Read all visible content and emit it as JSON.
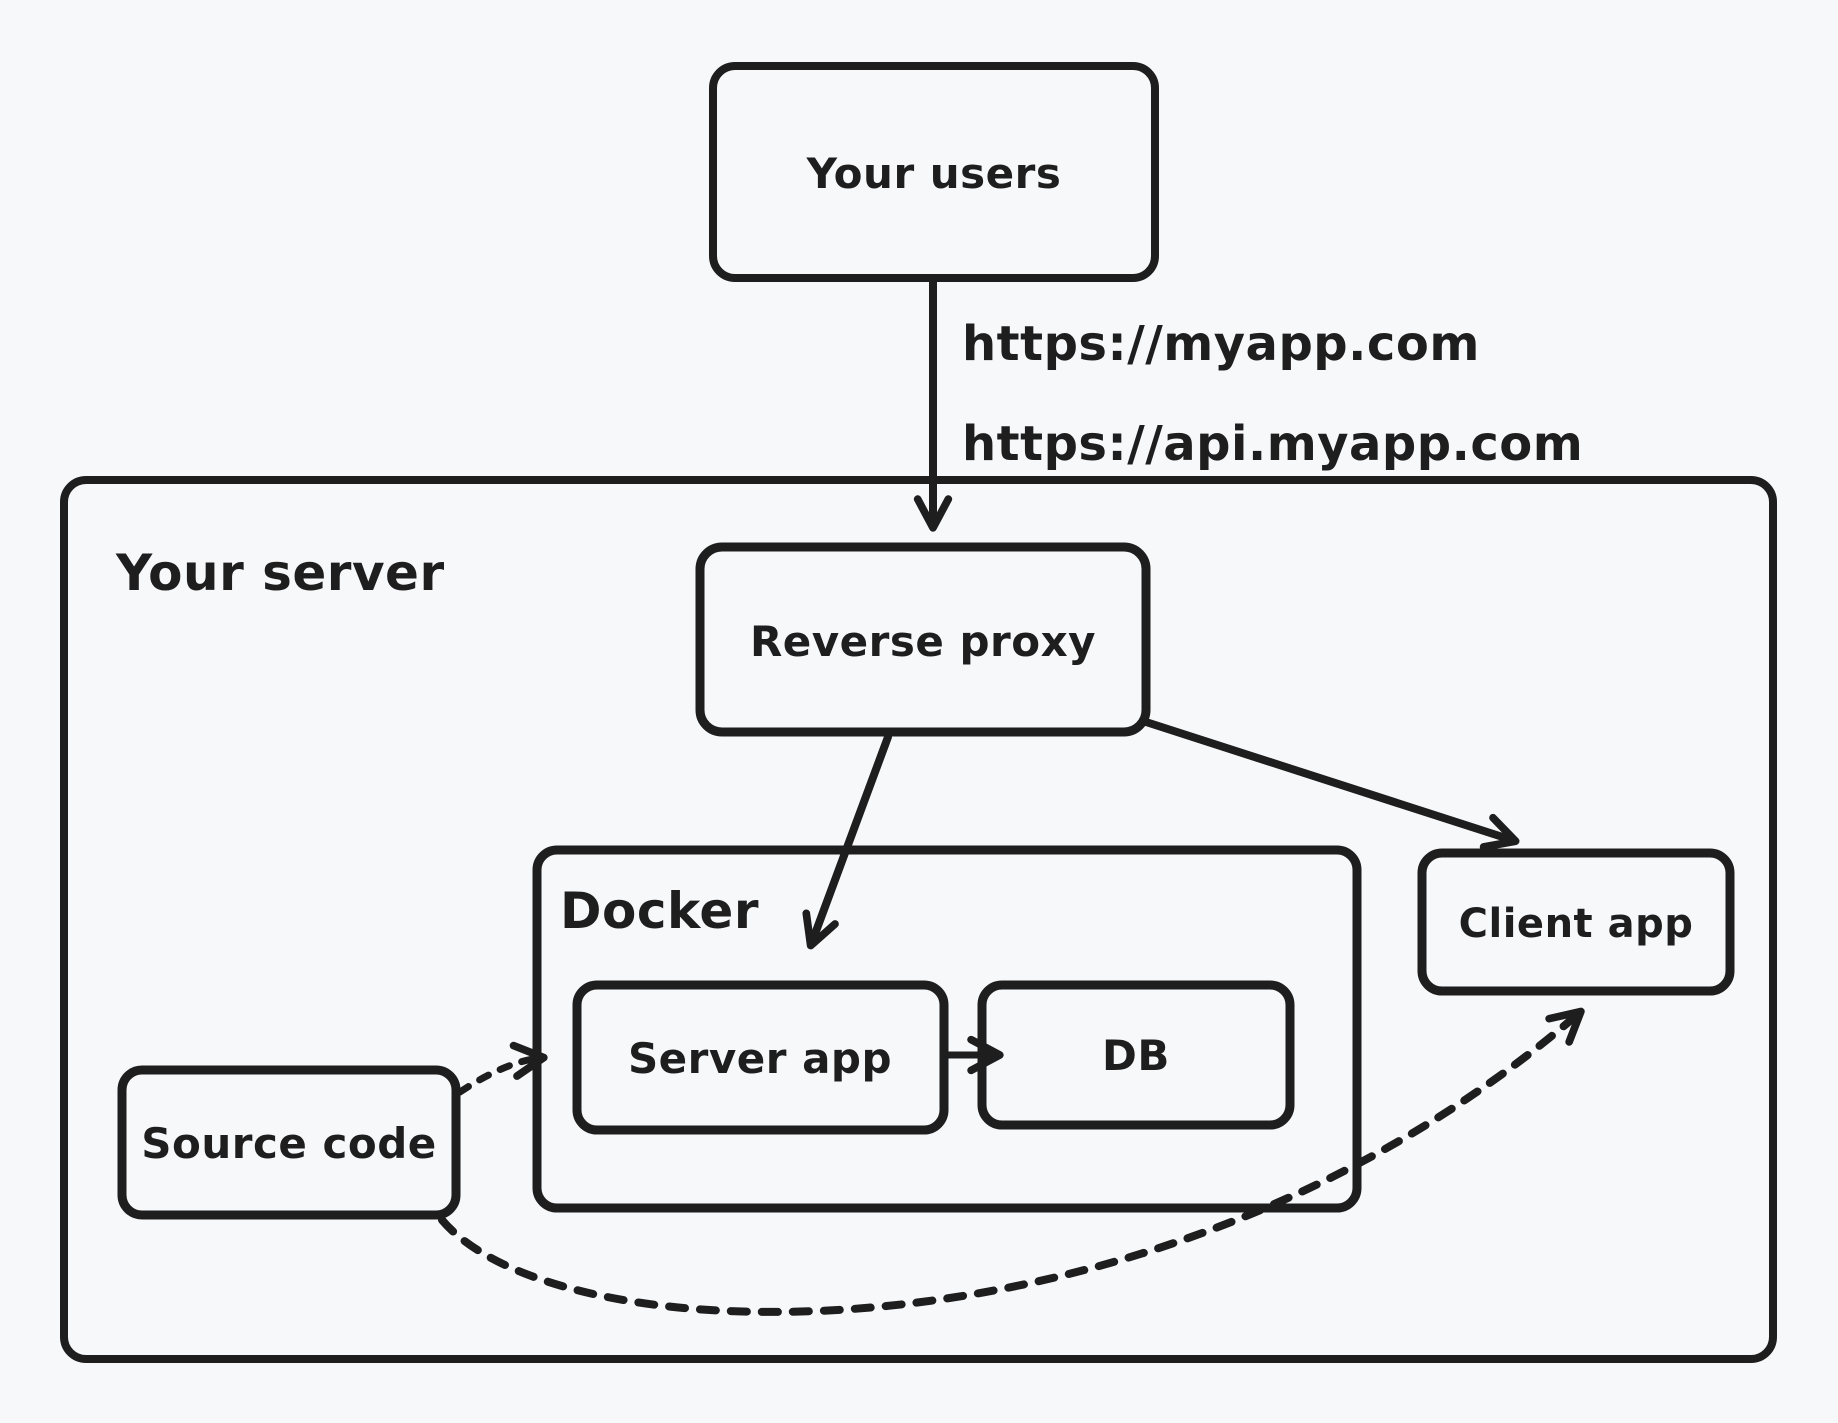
{
  "colors": {
    "ink": "#1e1e1e",
    "red": "#e03131",
    "blue": "#4dabf7",
    "background": "#f7f8fa"
  },
  "nodes": {
    "users": {
      "label": "Your users"
    },
    "server_group": {
      "label": "Your server"
    },
    "reverse_proxy": {
      "label": "Reverse proxy",
      "accent": "#e03131"
    },
    "docker_group": {
      "label": "Docker",
      "accent": "#4dabf7"
    },
    "server_app": {
      "label": "Server app"
    },
    "db": {
      "label": "DB"
    },
    "client_app": {
      "label": "Client app"
    },
    "source_code": {
      "label": "Source code"
    }
  },
  "edges": {
    "users_to_reverse_proxy": {
      "from": "Your users",
      "to": "Reverse proxy",
      "style": "solid",
      "labels": [
        "https://myapp.com",
        "https://api.myapp.com"
      ]
    },
    "reverse_proxy_to_server_app": {
      "from": "Reverse proxy",
      "to": "Server app",
      "style": "solid"
    },
    "server_app_to_db": {
      "from": "Server app",
      "to": "DB",
      "style": "solid"
    },
    "reverse_proxy_to_client_app": {
      "from": "Reverse proxy",
      "to": "Client app",
      "style": "solid"
    },
    "source_code_to_server_app": {
      "from": "Source code",
      "to": "Server app",
      "style": "dashed"
    },
    "source_code_to_client_app": {
      "from": "Source code",
      "to": "Client app",
      "style": "dashed"
    }
  }
}
